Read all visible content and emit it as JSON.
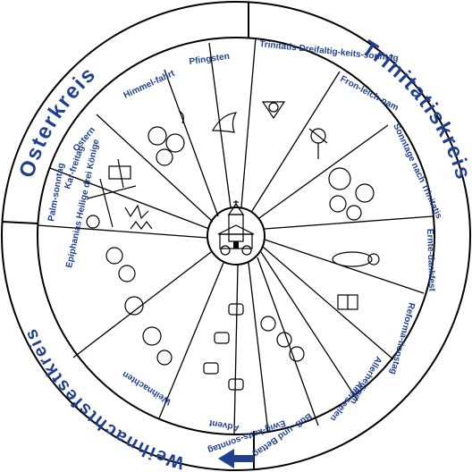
{
  "rings": {
    "osterkreis": "Osterkreis",
    "trinitatiskreis": "Trinitatiskreis",
    "weihnachtsfestkreis": "Weihnachtsfestkreis"
  },
  "feasts": {
    "kar_freitag": "Kar-freitag",
    "palmsonntag": "Palm-sonntag",
    "ostern": "Ostern",
    "himmelfahrt": "Himmel-fahrt",
    "pfingsten": "Pfingsten",
    "trinitatis": "Trinitatis Dreifaltig-keits-sonntag",
    "fronleichnam": "Fron-leich-nam",
    "sonntage_nach_trinitatis": "Sonntage nach Trinitatis",
    "erntedankfest": "Ernte-dankfest",
    "reformationstag": "Reforma-tionstag",
    "allerheiligen": "Allerheiligen",
    "allerseelen": "Allerseelen",
    "buss_und_bettag": "Buß- und Bettag",
    "ewigkeitssonntag": "Ewig-keits-sonntag",
    "advent": "Advent",
    "weihnachten": "Weihnachten",
    "epiphanias": "Epiphanias Heilige drei Könige"
  },
  "colors": {
    "ring_text": "#1f3f8f",
    "lines": "#000000",
    "arrow": "#1f3f8f"
  },
  "icons": [
    "church-icon",
    "arrow-left-icon"
  ]
}
